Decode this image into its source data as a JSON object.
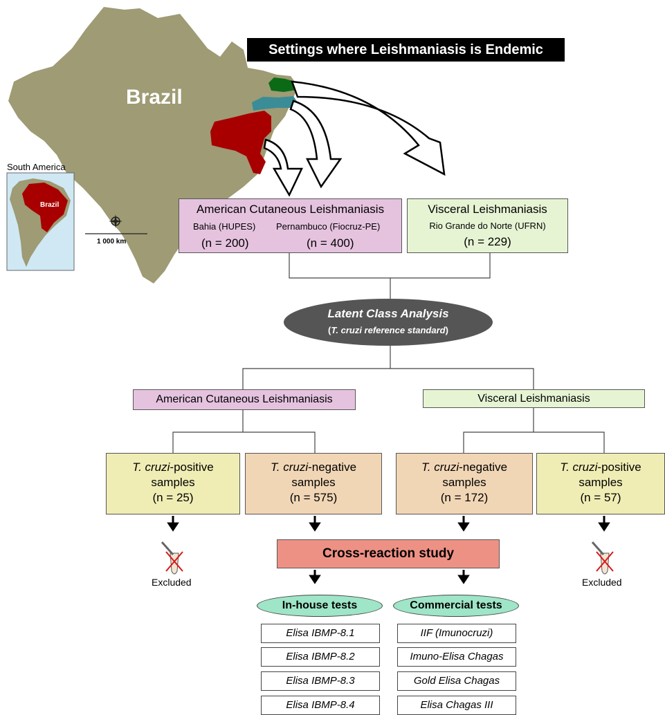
{
  "header": {
    "title": "Settings where Leishmaniasis is Endemic"
  },
  "map": {
    "country_label": "Brazil",
    "inset_title": "South America",
    "inset_country_label": "Brazil",
    "scale_label": "1 000 km",
    "colors": {
      "land": "#9e9b75",
      "highlight": "#a80000",
      "rio_grande_do_norte": "#0b6a16",
      "pernambuco": "#3a8c96",
      "ocean": "#cfe8f4"
    }
  },
  "top_boxes": {
    "acl": {
      "title": "American Cutaneous Leishmaniasis",
      "site1": "Bahia (HUPES)",
      "site2": "Pernambuco (Fiocruz-PE)",
      "n1": "(n = 200)",
      "n2": "(n = 400)"
    },
    "vl": {
      "title": "Visceral Leishmaniasis",
      "site": "Rio Grande do Norte (UFRN)",
      "n": "(n = 229)"
    }
  },
  "lca": {
    "title": "Latent Class Analysis",
    "subtitle_prefix": "(",
    "subtitle_em": "T. cruzi reference standard",
    "subtitle_suffix": ")"
  },
  "mid_boxes": {
    "acl": "American Cutaneous Leishmaniasis",
    "vl": "Visceral Leishmaniasis"
  },
  "samples": [
    {
      "species": "T. cruzi",
      "status": "-positive",
      "word": "samples",
      "n": "(n = 25)"
    },
    {
      "species": "T. cruzi",
      "status": "-negative",
      "word": "samples",
      "n": "(n = 575)"
    },
    {
      "species": "T. cruzi",
      "status": "-negative",
      "word": "samples",
      "n": "(n = 172)"
    },
    {
      "species": "T. cruzi",
      "status": "-positive",
      "word": "samples",
      "n": "(n = 57)"
    }
  ],
  "excluded_label": "Excluded",
  "cross_reaction": "Cross-reaction study",
  "tests": {
    "inhouse_title": "In-house tests",
    "commercial_title": "Commercial tests",
    "inhouse": [
      "Elisa IBMP-8.1",
      "Elisa IBMP-8.2",
      "Elisa IBMP-8.3",
      "Elisa IBMP-8.4"
    ],
    "commercial": [
      "IIF (Imunocruzi)",
      "Imuno-Elisa Chagas",
      "Gold Elisa Chagas",
      "Elisa Chagas III"
    ]
  },
  "colors": {
    "acl": "#e5c3df",
    "vl": "#e6f4d4",
    "positive": "#efedb4",
    "negative": "#f1d6b6",
    "lca": "#555555",
    "cross": "#ee9185",
    "oval": "#9fe5c8"
  }
}
